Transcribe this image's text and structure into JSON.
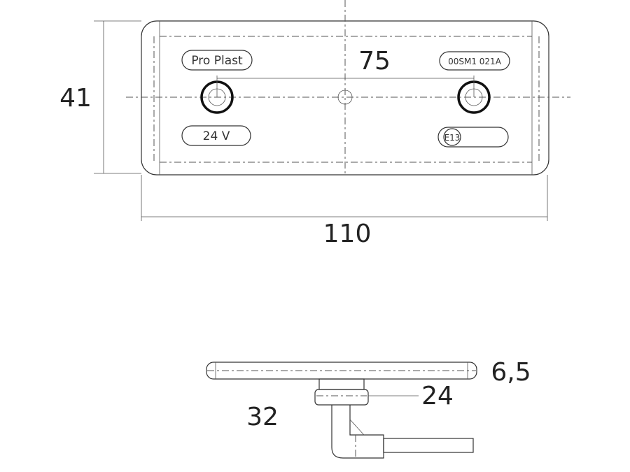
{
  "dimensions": {
    "height": "41",
    "hole_spacing": "75",
    "width": "110",
    "thickness": "6,5",
    "base_diameter": "24",
    "depth": "32"
  },
  "markings": {
    "brand": "Pro Plast",
    "voltage": "24 V",
    "code": "00SM1  021A",
    "approval": "E13"
  }
}
